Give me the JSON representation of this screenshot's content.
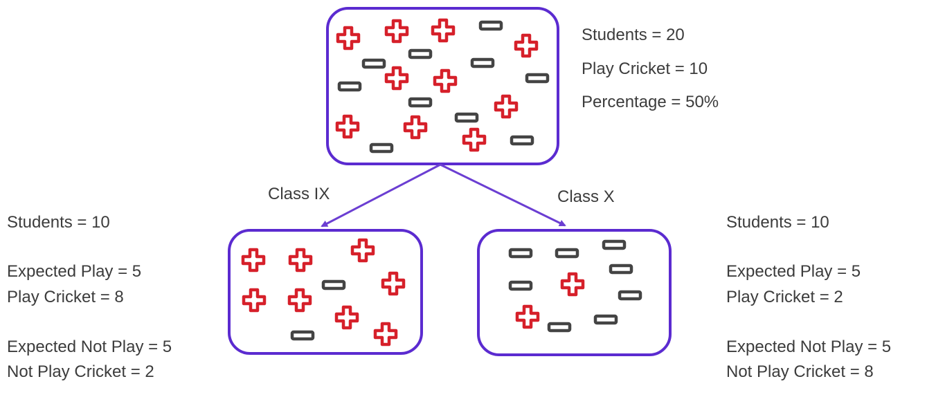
{
  "colors": {
    "box_border": "#5b2bd0",
    "arrow": "#6b3ed2",
    "plus_stroke": "#d6202a",
    "minus_stroke": "#444444"
  },
  "symbols": {
    "plus": "plus-icon",
    "minus": "minus-icon"
  },
  "root": {
    "stats": [
      "Students = 20",
      "Play Cricket = 10",
      "Percentage = 50%"
    ],
    "plus_count": 10,
    "minus_count": 10
  },
  "branches": {
    "left_label": "Class IX",
    "right_label": "Class X"
  },
  "left": {
    "stats": [
      "Students = 10",
      "Expected Play = 5",
      "Play Cricket = 8",
      "Expected Not Play = 5",
      "Not Play Cricket = 2"
    ],
    "plus_count": 8,
    "minus_count": 2
  },
  "right": {
    "stats": [
      "Students = 10",
      "Expected Play = 5",
      "Play Cricket = 2",
      "Expected Not Play = 5",
      "Not Play Cricket = 8"
    ],
    "plus_count": 2,
    "minus_count": 8
  }
}
